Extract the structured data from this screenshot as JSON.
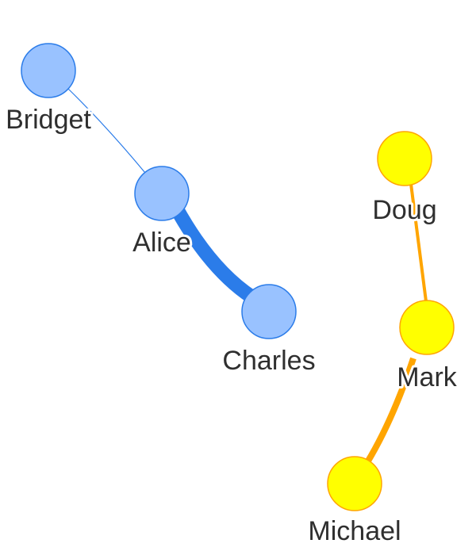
{
  "colors": {
    "group_blue_fill": "#99c2ff",
    "group_blue_stroke": "#2b7ce9",
    "group_yellow_fill": "#ffff00",
    "group_yellow_stroke": "#ffa500",
    "label_text": "#2f2f2f"
  },
  "nodes": [
    {
      "id": "bridget",
      "label": "Bridget",
      "group": "blue"
    },
    {
      "id": "alice",
      "label": "Alice",
      "group": "blue"
    },
    {
      "id": "charles",
      "label": "Charles",
      "group": "blue"
    },
    {
      "id": "doug",
      "label": "Doug",
      "group": "yellow"
    },
    {
      "id": "mark",
      "label": "Mark",
      "group": "yellow"
    },
    {
      "id": "michael",
      "label": "Michael",
      "group": "yellow"
    }
  ],
  "edges": [
    {
      "from": "bridget",
      "to": "alice",
      "group": "blue"
    },
    {
      "from": "alice",
      "to": "charles",
      "group": "blue"
    },
    {
      "from": "doug",
      "to": "mark",
      "group": "yellow"
    },
    {
      "from": "mark",
      "to": "michael",
      "group": "yellow"
    }
  ]
}
